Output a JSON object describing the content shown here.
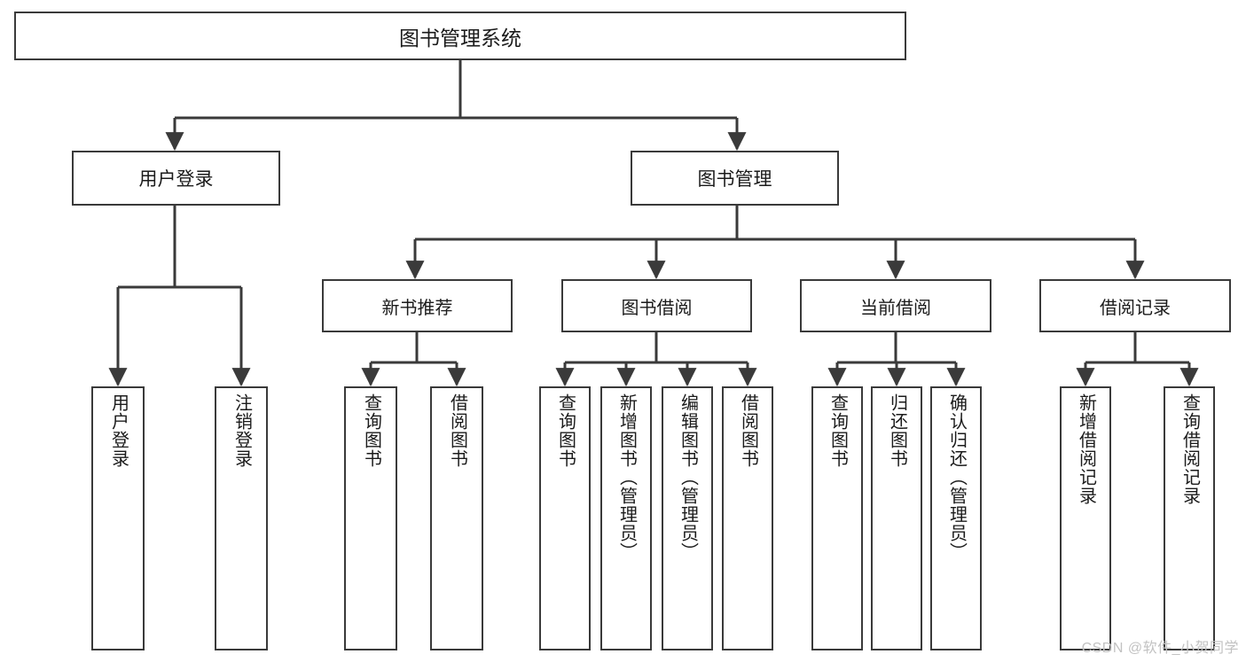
{
  "diagram": {
    "type": "tree",
    "title": "图书管理系统",
    "line_color": "#3a3a3a",
    "box_fill": "#ffffff",
    "text_color": "#1b1b1b",
    "watermark": "CSDN @软件_小贺同学",
    "watermark_color": "#c2c2c2"
  },
  "root": {
    "label": "图书管理系统"
  },
  "level2": [
    {
      "label": "用户登录"
    },
    {
      "label": "图书管理"
    }
  ],
  "level3": [
    {
      "label": "新书推荐"
    },
    {
      "label": "图书借阅"
    },
    {
      "label": "当前借阅"
    },
    {
      "label": "借阅记录"
    }
  ],
  "leaves": {
    "user_login": [
      {
        "label": "用户登录"
      },
      {
        "label": "注销登录"
      }
    ],
    "new_book": [
      {
        "label": "查询图书"
      },
      {
        "label": "借阅图书"
      }
    ],
    "book_borrow": [
      {
        "label": "查询图书"
      },
      {
        "label": "新增图书（管理员）"
      },
      {
        "label": "编辑图书（管理员）"
      },
      {
        "label": "借阅图书"
      }
    ],
    "current_borrow": [
      {
        "label": "查询图书"
      },
      {
        "label": "归还图书"
      },
      {
        "label": "确认归还（管理员）"
      }
    ],
    "borrow_record": [
      {
        "label": "新增借阅记录"
      },
      {
        "label": "查询借阅记录"
      }
    ]
  }
}
